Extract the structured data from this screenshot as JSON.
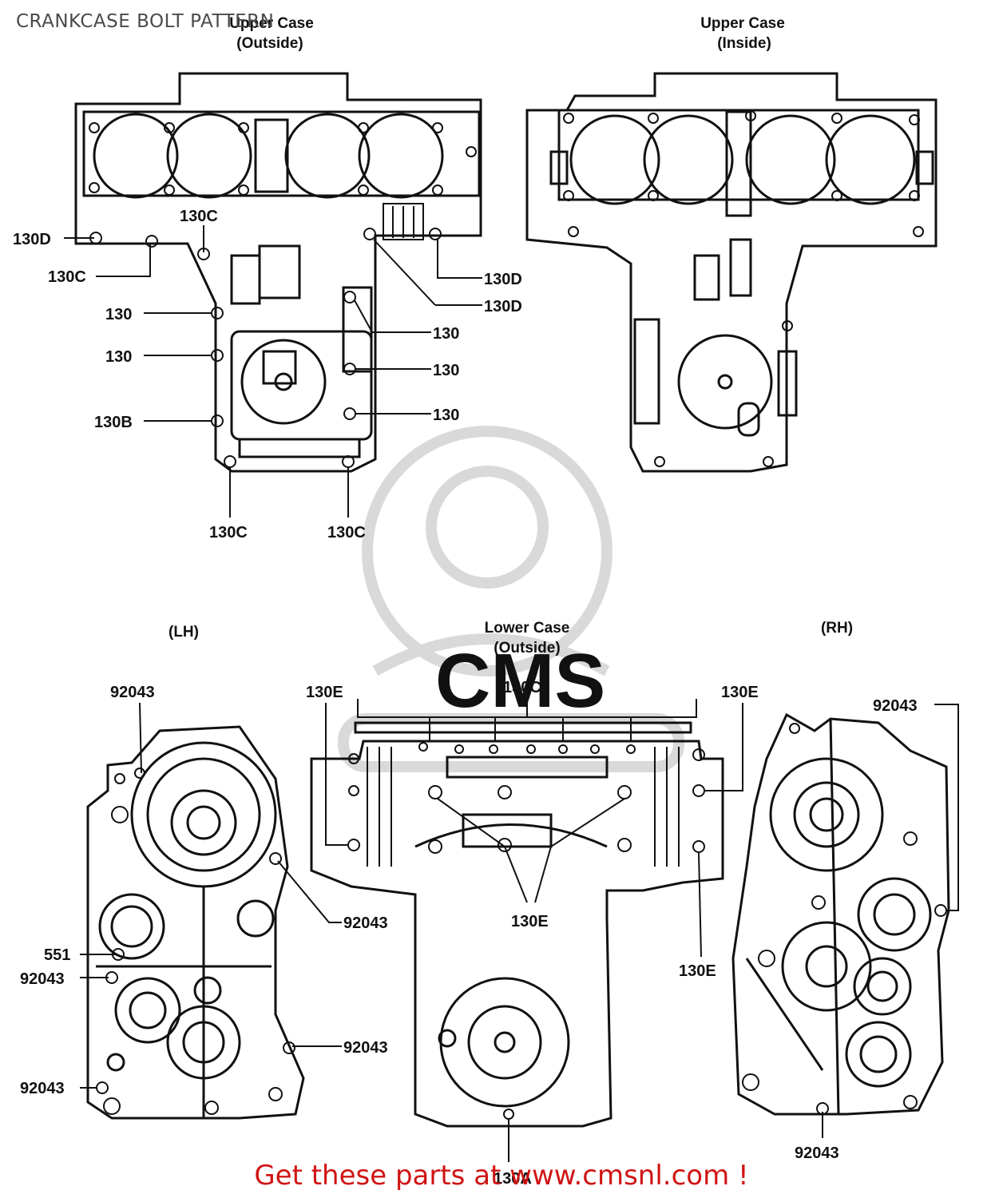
{
  "page": {
    "title": "CRANKCASE BOLT PATTERN",
    "footer": "Get these parts at www.cmsnl.com !"
  },
  "colors": {
    "ink": "#111111",
    "watermark": "#d9d9d9",
    "footer": "#d01414",
    "title": "#4a4a4a"
  },
  "watermark": {
    "text": "CMS"
  },
  "views": {
    "upper_outside": {
      "title_line1": "Upper Case",
      "title_line2": "(Outside)"
    },
    "upper_inside": {
      "title_line1": "Upper Case",
      "title_line2": "(Inside)"
    },
    "lh": {
      "title": "(LH)"
    },
    "lower_outside": {
      "title_line1": "Lower Case",
      "title_line2": "(Outside)"
    },
    "rh": {
      "title": "(RH)"
    }
  },
  "callouts": {
    "uo_130d_left": "130D",
    "uo_130c_top": "130C",
    "uo_130c_left": "130C",
    "uo_130d_r1": "130D",
    "uo_130d_r2": "130D",
    "uo_130_l1": "130",
    "uo_130_l2": "130",
    "uo_130b": "130B",
    "uo_130_r1": "130",
    "uo_130_r2": "130",
    "uo_130_r3": "130",
    "uo_130c_b1": "130C",
    "uo_130c_b2": "130C",
    "lh_92043_top": "92043",
    "lh_92043_r1": "92043",
    "lh_551": "551",
    "lh_92043_l1": "92043",
    "lh_92043_r2": "92043",
    "lh_92043_l2": "92043",
    "lo_130e_tl": "130E",
    "lo_130c_top": "130C",
    "lo_130e_tr": "130E",
    "lo_130e_mid": "130E",
    "lo_130e_r": "130E",
    "lo_130a": "130A",
    "rh_92043_top": "92043",
    "rh_92043_bottom": "92043"
  }
}
